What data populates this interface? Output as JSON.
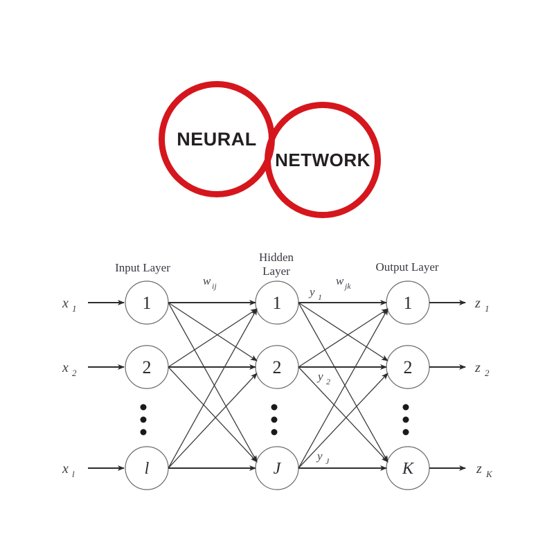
{
  "colors": {
    "logo_red": "#d5161d",
    "logo_text": "#231f20",
    "diagram_ink": "#3b3b3b",
    "diagram_text": "#3c3640"
  },
  "logo": {
    "left_label": "NEURAL",
    "right_label": "NETWORK"
  },
  "diagram": {
    "titles": {
      "input": "Input Layer",
      "hidden_line1": "Hidden",
      "hidden_line2": "Layer",
      "output": "Output Layer"
    },
    "nodes": {
      "input": [
        "1",
        "2",
        "l"
      ],
      "hidden": [
        "1",
        "2",
        "J"
      ],
      "output": [
        "1",
        "2",
        "K"
      ]
    },
    "inputs": [
      {
        "base": "x",
        "sub": "1"
      },
      {
        "base": "x",
        "sub": "2"
      },
      {
        "base": "x",
        "sub": "l"
      }
    ],
    "outputs": [
      {
        "base": "z",
        "sub": "1"
      },
      {
        "base": "z",
        "sub": "2"
      },
      {
        "base": "z",
        "sub": "K"
      }
    ],
    "weights": [
      {
        "base": "w",
        "sub": "ij"
      },
      {
        "base": "w",
        "sub": "jk"
      }
    ],
    "activations": [
      {
        "base": "y",
        "sub": "1"
      },
      {
        "base": "y",
        "sub": "2"
      },
      {
        "base": "y",
        "sub": "J"
      }
    ]
  }
}
